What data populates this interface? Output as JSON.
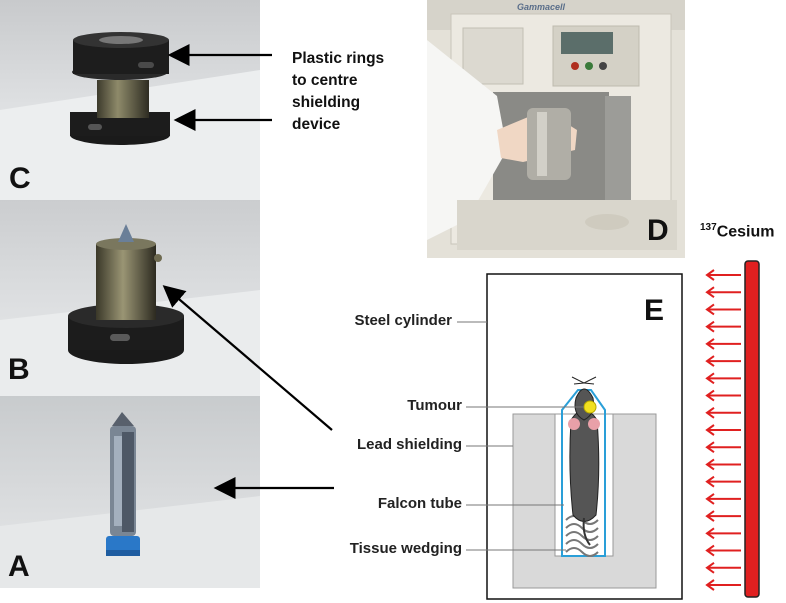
{
  "panels": {
    "c": {
      "letter": "C"
    },
    "b": {
      "letter": "B"
    },
    "a": {
      "letter": "A"
    },
    "d": {
      "letter": "D",
      "machine_brand": "Gammacell"
    },
    "e": {
      "letter": "E"
    }
  },
  "annotation": {
    "line1": "Plastic rings",
    "line2": "to centre",
    "line3": "shielding",
    "line4": "device"
  },
  "diagram": {
    "labels": {
      "steel_cylinder": "Steel cylinder",
      "tumour": "Tumour",
      "lead_shielding": "Lead shielding",
      "falcon_tube": "Falcon tube",
      "tissue_wedging": "Tissue wedging"
    },
    "source": {
      "superscript": "137",
      "name": "Cesium"
    }
  },
  "colors": {
    "source_rod": "#e02020",
    "arrows": "#e02020",
    "tube_outline": "#2a9fd8",
    "lead": "#d9d9d9",
    "tumour": "#f2e020"
  }
}
